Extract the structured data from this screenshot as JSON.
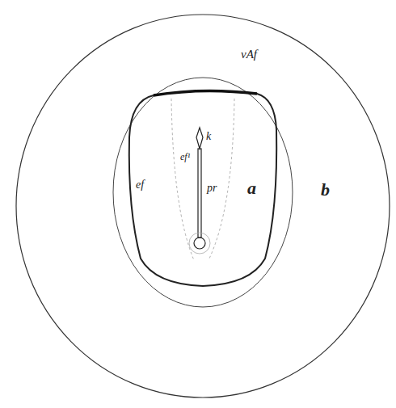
{
  "diagram": {
    "labels": [
      "vAf",
      "k",
      "ef¹",
      "pr",
      "ef",
      "a",
      "b"
    ]
  }
}
